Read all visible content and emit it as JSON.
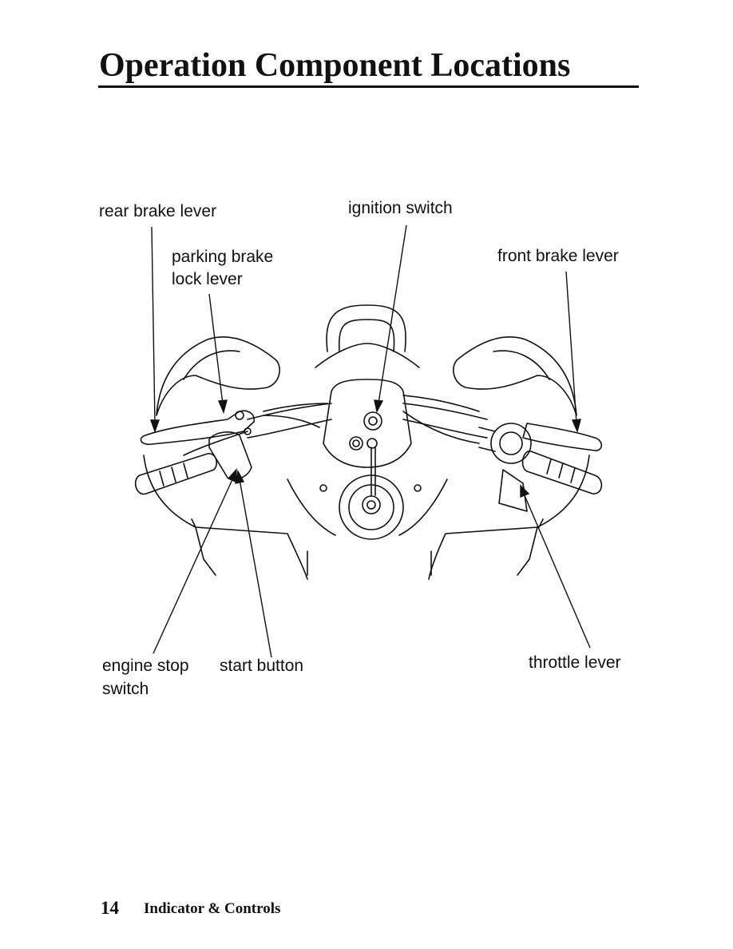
{
  "page": {
    "title": "Operation Component Locations"
  },
  "labels": {
    "rear_brake_lever": "rear brake lever",
    "ignition_switch": "ignition switch",
    "parking_brake_line1": "parking brake",
    "parking_brake_line2": "lock lever",
    "front_brake_lever": "front brake lever",
    "engine_stop_line1": "engine stop",
    "engine_stop_line2": "switch",
    "start_button": "start button",
    "throttle_lever": "throttle lever"
  },
  "footer": {
    "page_number": "14",
    "section": "Indicator & Controls"
  }
}
